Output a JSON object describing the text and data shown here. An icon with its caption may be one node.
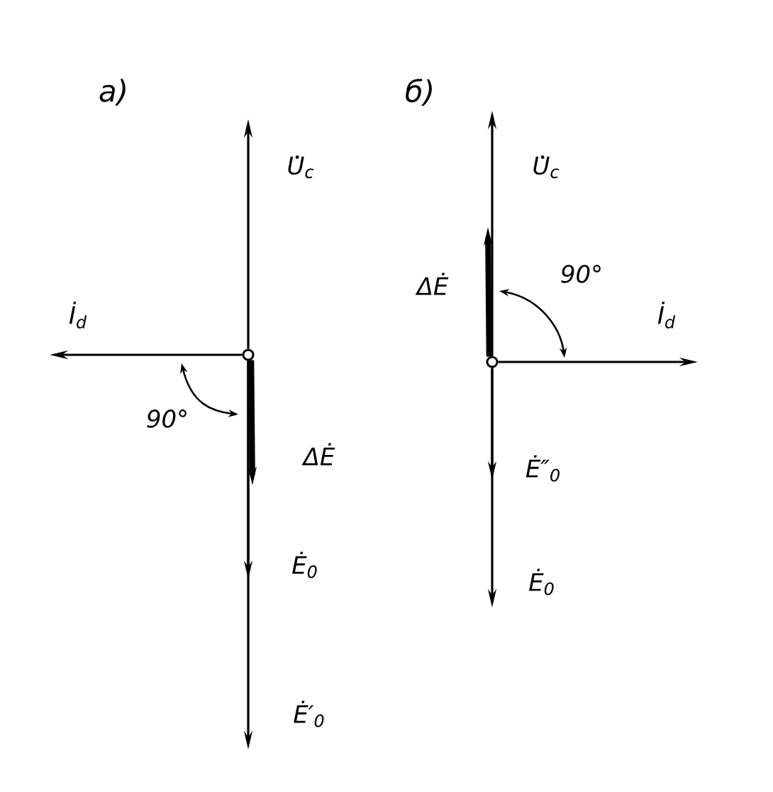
{
  "diagram": {
    "nodes": [
      {
        "text": [],
        "shape": "circle"
      },
      {
        "text": [],
        "shape": "circle"
      }
    ],
    "edges": [
      {
        "from": 0,
        "to": null,
        "arrow": "to",
        "label": "U$_{c}$"
      },
      {
        "from": 0,
        "to": null,
        "arrow": "to",
        "label": "İ$_{d}$"
      },
      {
        "from": 0,
        "to": null,
        "arrow": "to",
        "label": "ΔĖ",
        "style": "thick"
      },
      {
        "from": 0,
        "to": null,
        "arrow": "to",
        "label": "Ė$_{0}$"
      },
      {
        "from": 0,
        "to": null,
        "arrow": "to",
        "label": "Ė′$_{0}$"
      },
      {
        "from": 1,
        "to": null,
        "arrow": "to",
        "label": "U$_{c}$"
      },
      {
        "from": 1,
        "to": null,
        "arrow": "to",
        "label": "ΔĖ",
        "style": "thick"
      },
      {
        "from": 1,
        "to": null,
        "arrow": "to",
        "label": "İ$_{d}$"
      },
      {
        "from": 1,
        "to": null,
        "arrow": "to",
        "label": "Ė″$_{0}$"
      },
      {
        "from": 1,
        "to": null,
        "arrow": "to",
        "label": "Ė$_{0}$"
      }
    ],
    "labels": [
      "а)",
      "б)",
      "90°",
      "90°"
    ]
  }
}
